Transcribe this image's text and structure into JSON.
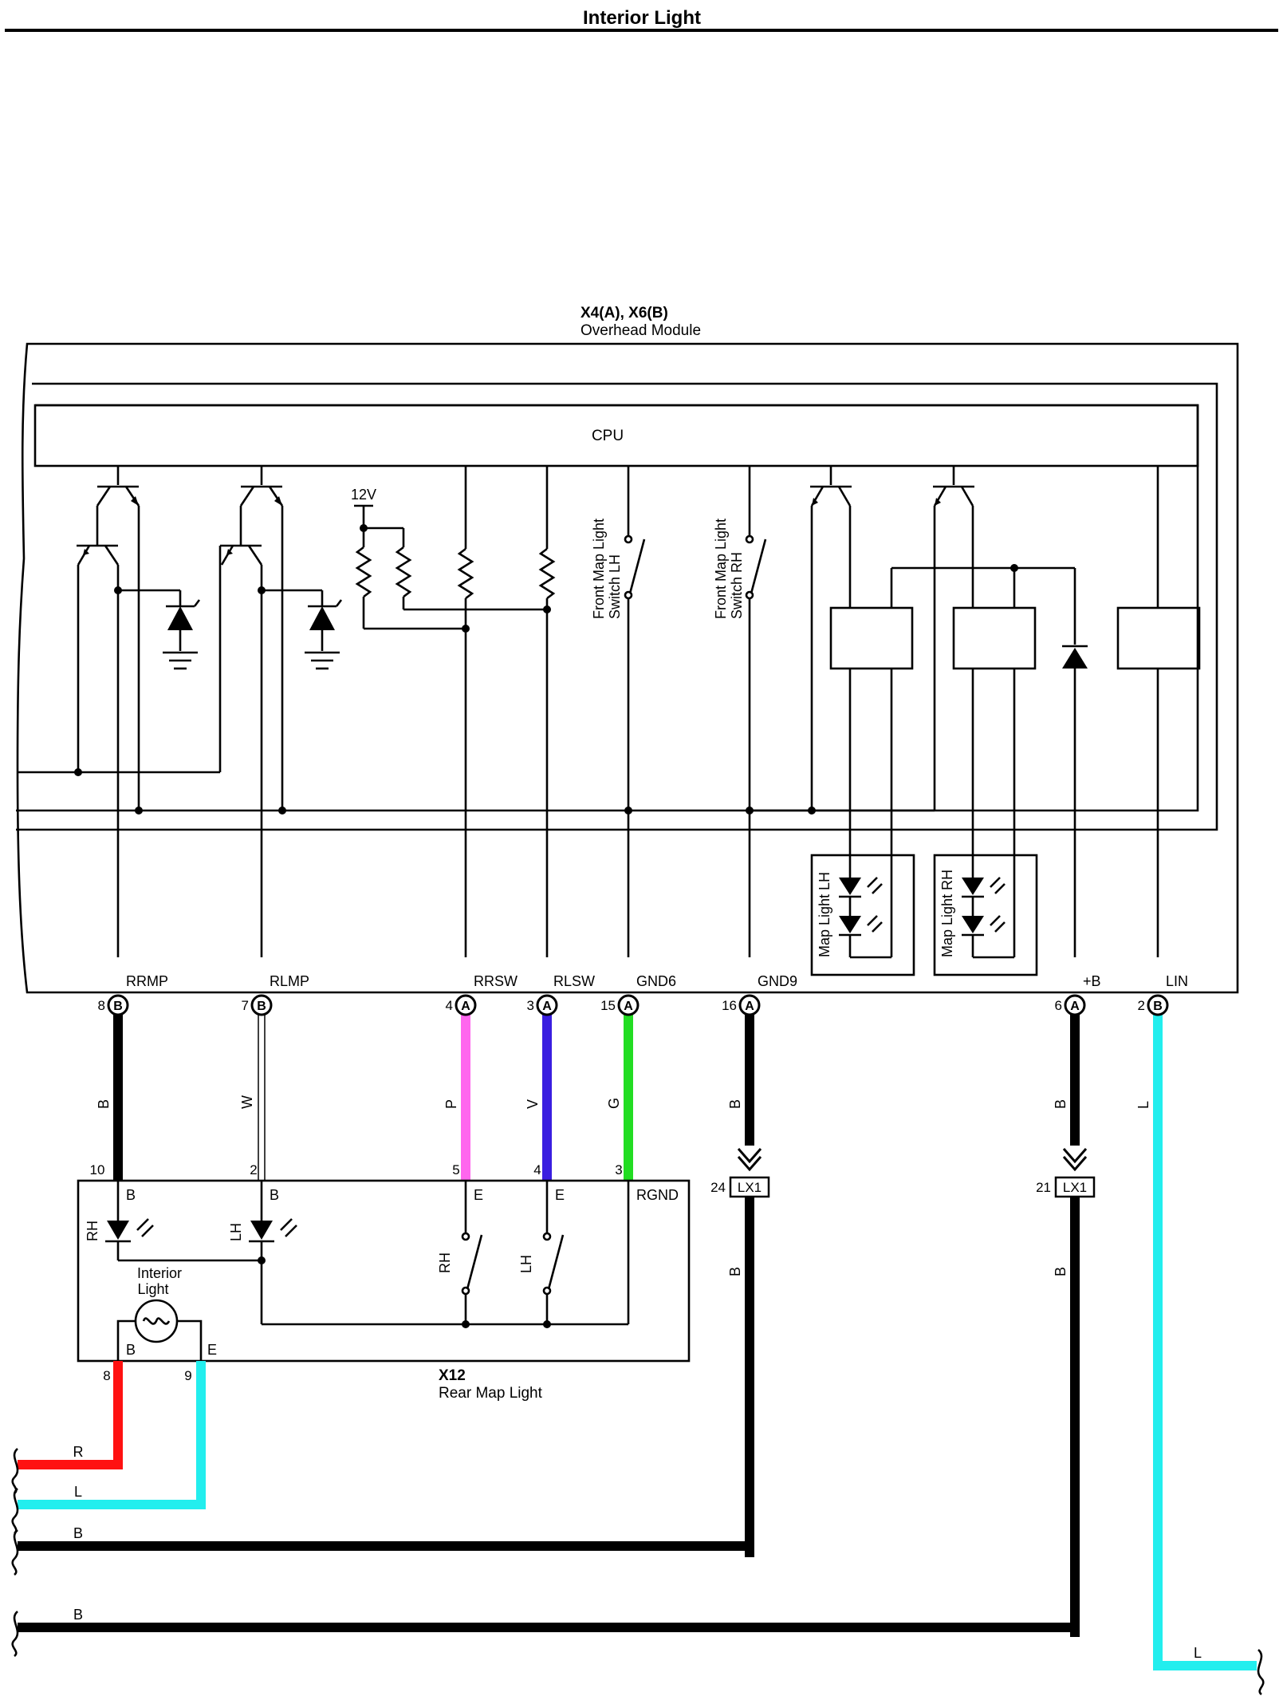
{
  "title": "Interior Light",
  "module": {
    "connector_id": "X4(A), X6(B)",
    "name": "Overhead Module",
    "cpu_label": "CPU",
    "supply_label": "12V",
    "switch_lh_label": [
      "Front Map Light",
      "Switch LH"
    ],
    "switch_rh_label": [
      "Front Map Light",
      "Switch RH"
    ],
    "map_light_lh_label": "Map Light LH",
    "map_light_rh_label": "Map Light RH",
    "terminals": [
      {
        "name": "RRMP",
        "pin": "8",
        "conn": "B"
      },
      {
        "name": "RLMP",
        "pin": "7",
        "conn": "B"
      },
      {
        "name": "RRSW",
        "pin": "4",
        "conn": "A"
      },
      {
        "name": "RLSW",
        "pin": "3",
        "conn": "A"
      },
      {
        "name": "GND6",
        "pin": "15",
        "conn": "A"
      },
      {
        "name": "GND9",
        "pin": "16",
        "conn": "A"
      },
      {
        "name": "+B",
        "pin": "6",
        "conn": "A"
      },
      {
        "name": "LIN",
        "pin": "2",
        "conn": "B"
      }
    ]
  },
  "wires": [
    {
      "color_code": "B",
      "color": "#000000"
    },
    {
      "color_code": "W",
      "color": "#ffffff"
    },
    {
      "color_code": "P",
      "color": "#ff66ee"
    },
    {
      "color_code": "V",
      "color": "#3a1ee0"
    },
    {
      "color_code": "G",
      "color": "#22dd22"
    },
    {
      "color_code": "B",
      "color": "#000000"
    },
    {
      "color_code": "B",
      "color": "#000000"
    },
    {
      "color_code": "L",
      "color": "#22eeee"
    }
  ],
  "rear_light": {
    "connector_id": "X12",
    "name": "Rear Map Light",
    "pins_top": [
      "10",
      "2",
      "5",
      "4",
      "3"
    ],
    "terms_top": [
      "B",
      "B",
      "E",
      "E",
      "RGND"
    ],
    "rh_label": "RH",
    "lh_label": "LH",
    "interior_light_label": [
      "Interior",
      "Light"
    ],
    "pins_bottom": [
      "8",
      "9"
    ],
    "terms_bottom": [
      "B",
      "E"
    ]
  },
  "splices": [
    {
      "name": "LX1",
      "pin": "24"
    },
    {
      "name": "LX1",
      "pin": "21"
    }
  ],
  "bottom_wires": [
    {
      "color_code": "R",
      "color": "#ff1111"
    },
    {
      "color_code": "L",
      "color": "#22eeee"
    },
    {
      "color_code": "B",
      "color": "#000000"
    },
    {
      "color_code": "B",
      "color": "#000000"
    },
    {
      "color_code": "L",
      "color": "#22eeee"
    }
  ],
  "colors": {
    "module_fill": "#ccf7f7",
    "line": "#000000"
  }
}
